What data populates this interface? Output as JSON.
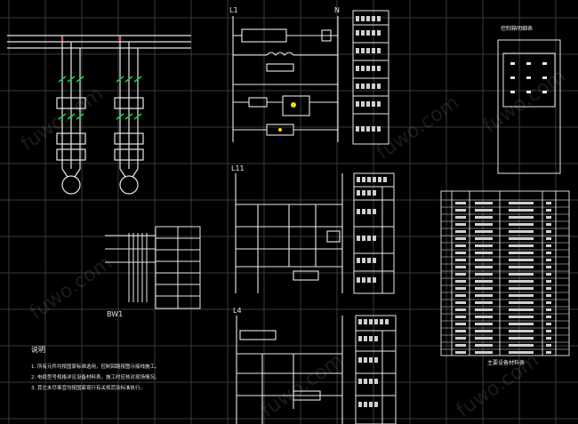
{
  "colors": {
    "background": "#000000",
    "grid": "#3a3a3a",
    "line": "#e8e8e8",
    "accent_green": "#19d14a",
    "accent_red": "#ff3b30",
    "accent_yellow": "#f2e200",
    "accent_blue": "#2f7bff"
  },
  "labels": {
    "bus_l1": "L1",
    "bus_n": "N",
    "bus_l11": "L11",
    "bus_l4": "L4",
    "small_block_title": "控制箱明细表",
    "block_caption": "BW1",
    "notes_title": "说明",
    "notes": [
      "1. 所有元件均按国家标准选用，控制回路按图示接线施工。",
      "2. 电缆型号规格详见设备材料表，施工时应核对现场情况。",
      "3. 其它未尽事宜均按国家现行有关规范及标准执行。"
    ],
    "table_footer": "主要设备材料表"
  },
  "icons": {
    "motor_1": "motor-symbol-icon",
    "motor_2": "motor-symbol-icon"
  }
}
